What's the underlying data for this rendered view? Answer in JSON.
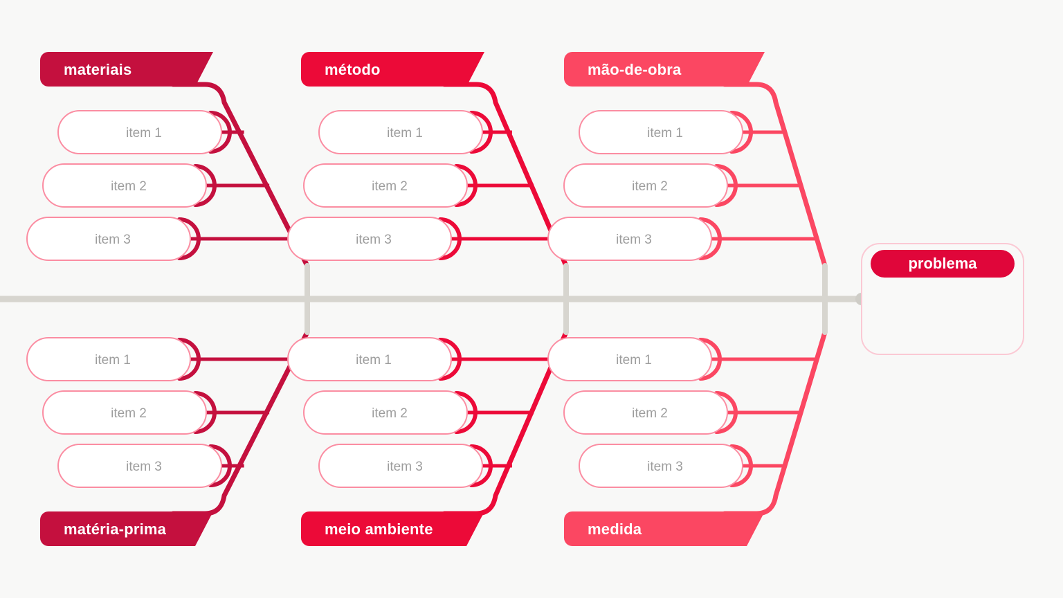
{
  "diagram": {
    "type": "fishbone-ishikawa",
    "background_color": "#f8f8f7",
    "spine_color": "#d7d5cf",
    "item_text_color": "#9d9d9d",
    "item_border_color": "#fb8da2",
    "item_fill_color": "#ffffff"
  },
  "problem": {
    "label": "problema",
    "label_color": "#e0063a",
    "box_border_color": "#fbc9d4"
  },
  "categories": [
    {
      "id": "materiais",
      "label": "materiais",
      "position": "top",
      "column": 0,
      "color": "#c4103e",
      "items": [
        {
          "label": "item 1"
        },
        {
          "label": "item 2"
        },
        {
          "label": "item 3"
        }
      ]
    },
    {
      "id": "metodo",
      "label": "método",
      "position": "top",
      "column": 1,
      "color": "#ec0a38",
      "items": [
        {
          "label": "item 1"
        },
        {
          "label": "item 2"
        },
        {
          "label": "item 3"
        }
      ]
    },
    {
      "id": "mao-de-obra",
      "label": "mão-de-obra",
      "position": "top",
      "column": 2,
      "color": "#fb4762",
      "items": [
        {
          "label": "item 1"
        },
        {
          "label": "item 2"
        },
        {
          "label": "item 3"
        }
      ]
    },
    {
      "id": "materia-prima",
      "label": "matéria-prima",
      "position": "bottom",
      "column": 0,
      "color": "#c4103e",
      "items": [
        {
          "label": "item 1"
        },
        {
          "label": "item 2"
        },
        {
          "label": "item 3"
        }
      ]
    },
    {
      "id": "meio-ambiente",
      "label": "meio ambiente",
      "position": "bottom",
      "column": 1,
      "color": "#ec0a38",
      "items": [
        {
          "label": "item 1"
        },
        {
          "label": "item 2"
        },
        {
          "label": "item 3"
        }
      ]
    },
    {
      "id": "medida",
      "label": "medida",
      "position": "bottom",
      "column": 2,
      "color": "#fb4762",
      "items": [
        {
          "label": "item 1"
        },
        {
          "label": "item 2"
        },
        {
          "label": "item 3"
        }
      ]
    }
  ]
}
